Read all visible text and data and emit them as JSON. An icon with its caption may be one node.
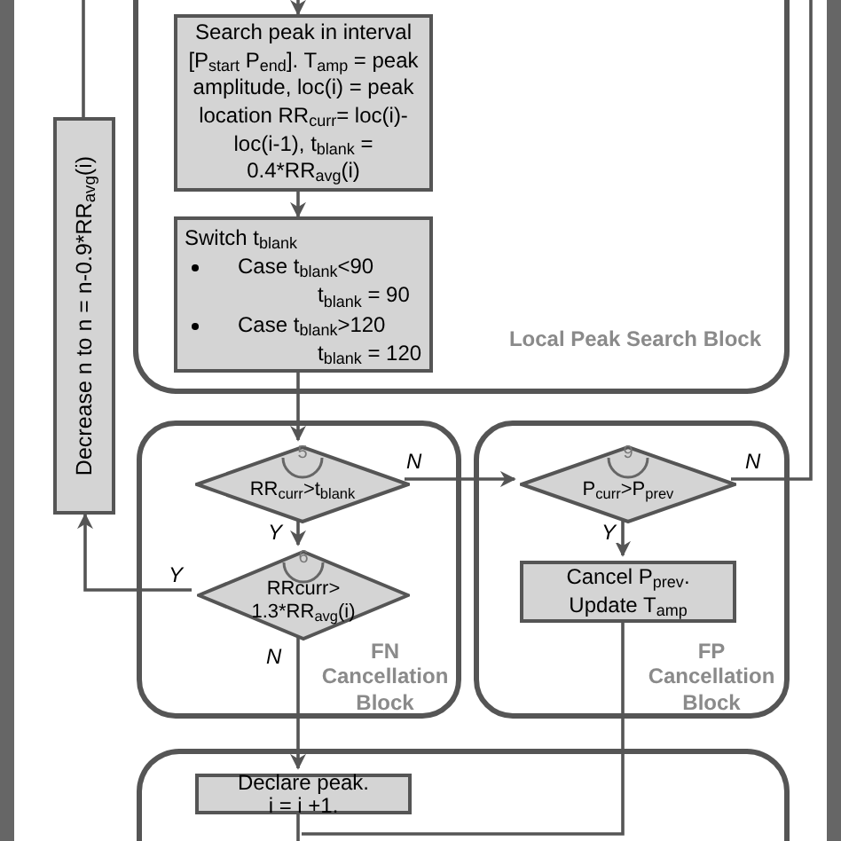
{
  "diagram": {
    "nodes": [
      {
        "text": [
          "Local Peak Search Block"
        ]
      },
      {
        "text": [
          "Search peak in interval [P$_{start}$ P$_{end}$]. T$_{amp}$ = peak amplitude, loc(i) = peak location RR$_{curr}$= loc(i)-loc(i-1), t$_{blank}$ = 0.4*RR$_{avg}$(i)"
        ],
        "in": 0
      },
      {
        "text": [
          "Switch t$_{blank}$",
          "Case t$_{blank}$<90",
          "t$_{blank}$ = 90",
          "Case t$_{blank}$>120",
          "t$_{blank}$ = 120"
        ],
        "in": 0
      },
      {
        "text": [
          "Decrease n to n = n-0.9*RR$_{avg}$(i)"
        ]
      },
      {
        "text": [
          "FN Cancellation Block"
        ]
      },
      {
        "text": [
          "5",
          "RR$_{curr}$>t$_{blank}$"
        ],
        "in": 4
      },
      {
        "text": [
          "6",
          "RRcurr> 1.3*RR$_{avg}$(i)"
        ],
        "in": 4
      },
      {
        "text": [
          "FP Cancellation Block"
        ]
      },
      {
        "text": [
          "9",
          "P$_{curr}$>P$_{prev}$"
        ],
        "in": 7
      },
      {
        "text": [
          "Cancel P$_{prev}$. Update T$_{amp}$"
        ],
        "in": 7
      },
      {
        "text": [],
        "shape": "box"
      },
      {
        "text": [
          "Declare peak. i = i +1."
        ],
        "in": 10
      }
    ],
    "edges": [
      {
        "from": null,
        "to": 1,
        "arrow": "to"
      },
      {
        "from": 1,
        "to": 2,
        "arrow": "to"
      },
      {
        "from": 2,
        "to": 5,
        "arrow": "to"
      },
      {
        "from": 5,
        "to": 6,
        "arrow": "to",
        "label": "Y"
      },
      {
        "from": 5,
        "to": 8,
        "arrow": "to",
        "label": "N"
      },
      {
        "from": 8,
        "to": null,
        "arrow": "none",
        "label": "N"
      },
      {
        "from": 8,
        "to": 9,
        "arrow": "to",
        "label": "Y"
      },
      {
        "from": 6,
        "to": 3,
        "arrow": "to",
        "label": "Y"
      },
      {
        "from": 6,
        "to": 11,
        "arrow": "to",
        "label": "N"
      },
      {
        "from": 9,
        "to": 10,
        "arrow": "none"
      },
      {
        "from": 11,
        "to": null,
        "arrow": "none"
      },
      {
        "from": 3,
        "to": null,
        "arrow": "none"
      }
    ]
  }
}
